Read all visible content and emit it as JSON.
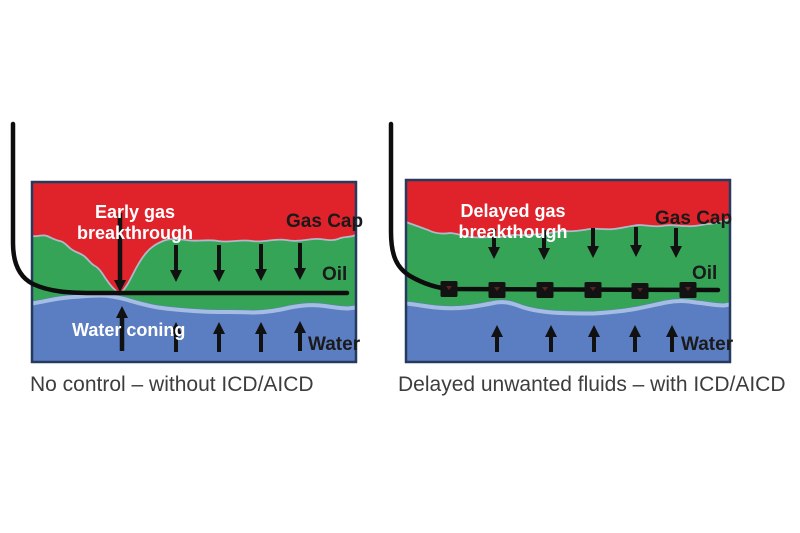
{
  "figure": {
    "left_panel": {
      "caption": "No control – without ICD/AICD",
      "gas_label_line1": "Early gas",
      "gas_label_line2": "breakthrough",
      "gas_cap_label": "Gas Cap",
      "oil_label": "Oil",
      "water_coning_label": "Water coning",
      "water_label": "Water"
    },
    "right_panel": {
      "caption": "Delayed unwanted fluids – with ICD/AICD",
      "gas_label_line1": "Delayed gas",
      "gas_label_line2": "breakthough",
      "gas_cap_label": "Gas Cap",
      "oil_label": "Oil",
      "water_label": "Water"
    },
    "colors": {
      "gas_red": "#e0222a",
      "oil_green": "#36a457",
      "water_blue": "#5b7ec2",
      "water_highlight": "#a6bde3",
      "gas_edge_highlight": "#b9c6e0",
      "panel_border": "#253a5e",
      "well_black": "#0d0d0d",
      "caption_text": "#3d3d3d",
      "label_dark": "#1a1a1a",
      "label_white": "#ffffff"
    }
  }
}
